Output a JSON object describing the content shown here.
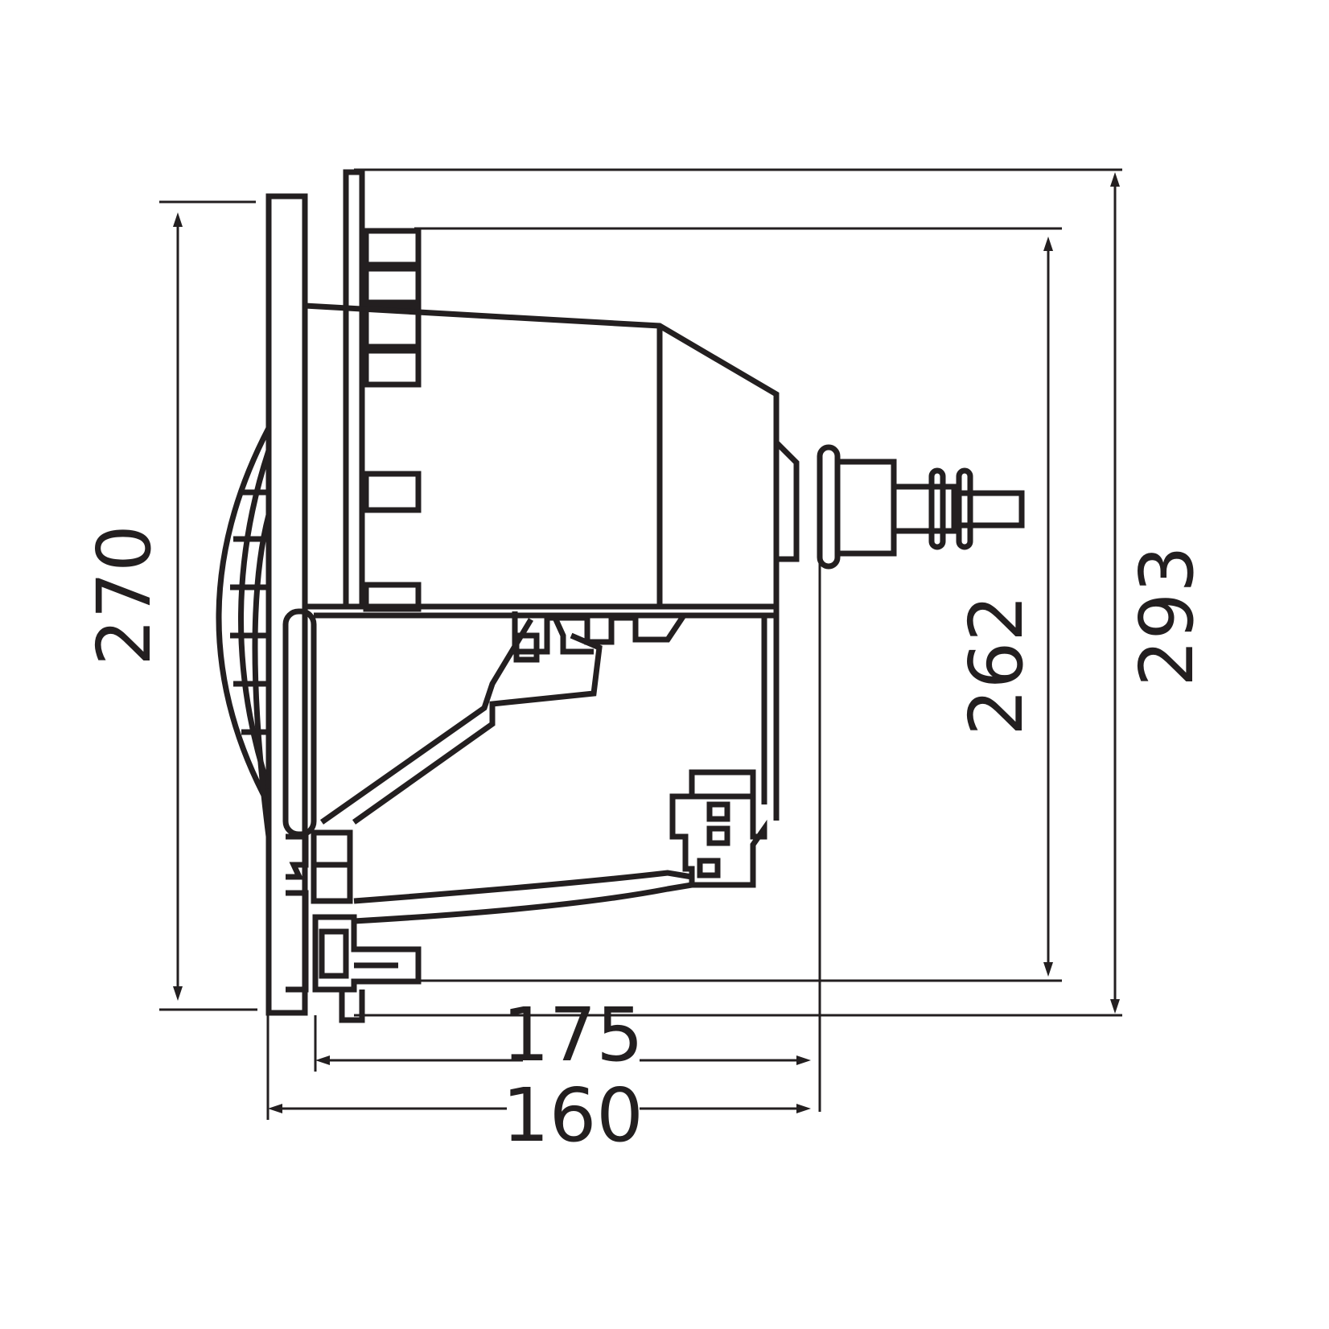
{
  "dimensions": {
    "overall_height": "293",
    "housing_height": "262",
    "flange_height": "270",
    "depth_to_rim": "175",
    "depth_to_flange": "160"
  },
  "colors": {
    "line": "#231f20",
    "background": "#ffffff"
  }
}
